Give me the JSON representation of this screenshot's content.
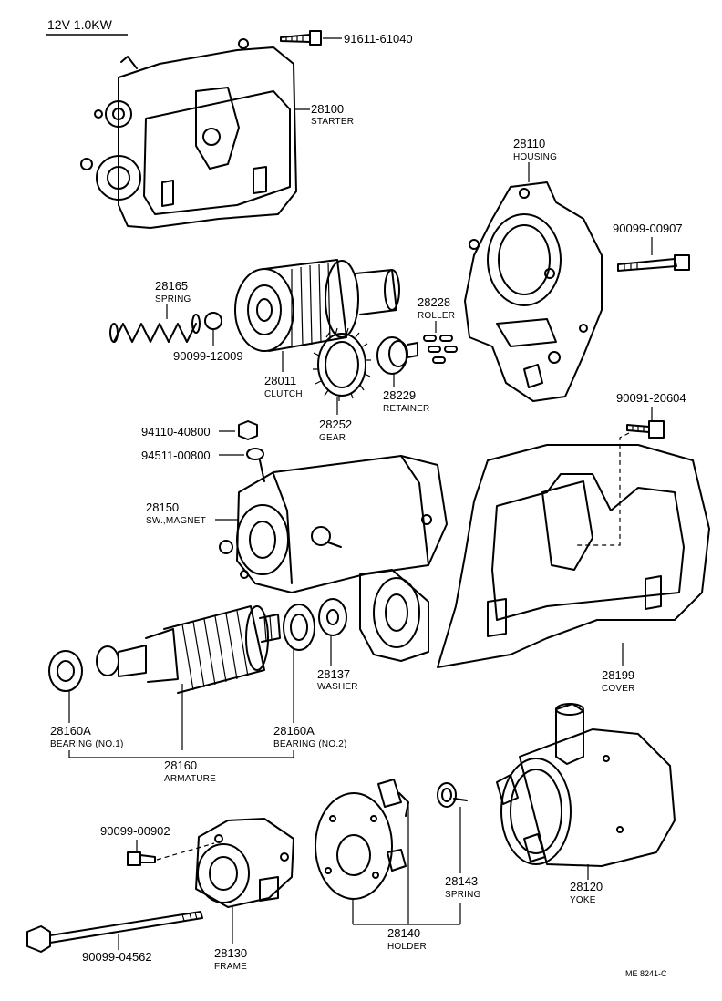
{
  "title": "12V 1.0KW",
  "diagram_code": "ME 8241-C",
  "parts": {
    "p91611": {
      "number": "91611-61040"
    },
    "p28100": {
      "number": "28100",
      "name": "STARTER"
    },
    "p28110": {
      "number": "28110",
      "name": "HOUSING"
    },
    "p90099_00907": {
      "number": "90099-00907"
    },
    "p28165": {
      "number": "28165",
      "name": "SPRING"
    },
    "p90099_12009": {
      "number": "90099-12009"
    },
    "p28228": {
      "number": "28228",
      "name": "ROLLER"
    },
    "p28011": {
      "number": "28011",
      "name": "CLUTCH"
    },
    "p28229": {
      "number": "28229",
      "name": "RETAINER"
    },
    "p28252": {
      "number": "28252",
      "name": "GEAR"
    },
    "p90091": {
      "number": "90091-20604"
    },
    "p94110": {
      "number": "94110-40800"
    },
    "p94511": {
      "number": "94511-00800"
    },
    "p28150": {
      "number": "28150",
      "name": "SW.,MAGNET"
    },
    "p28137": {
      "number": "28137",
      "name": "WASHER"
    },
    "p28199": {
      "number": "28199",
      "name": "COVER"
    },
    "p28160A_1": {
      "number": "28160A",
      "name": "BEARING (NO.1)"
    },
    "p28160A_2": {
      "number": "28160A",
      "name": "BEARING (NO.2)"
    },
    "p28160": {
      "number": "28160",
      "name": "ARMATURE"
    },
    "p90099_00902": {
      "number": "90099-00902"
    },
    "p28120": {
      "number": "28120",
      "name": "YOKE"
    },
    "p28143": {
      "number": "28143",
      "name": "SPRING"
    },
    "p28140": {
      "number": "28140",
      "name": "HOLDER"
    },
    "p90099_04562": {
      "number": "90099-04562"
    },
    "p28130": {
      "number": "28130",
      "name": "FRAME"
    }
  }
}
